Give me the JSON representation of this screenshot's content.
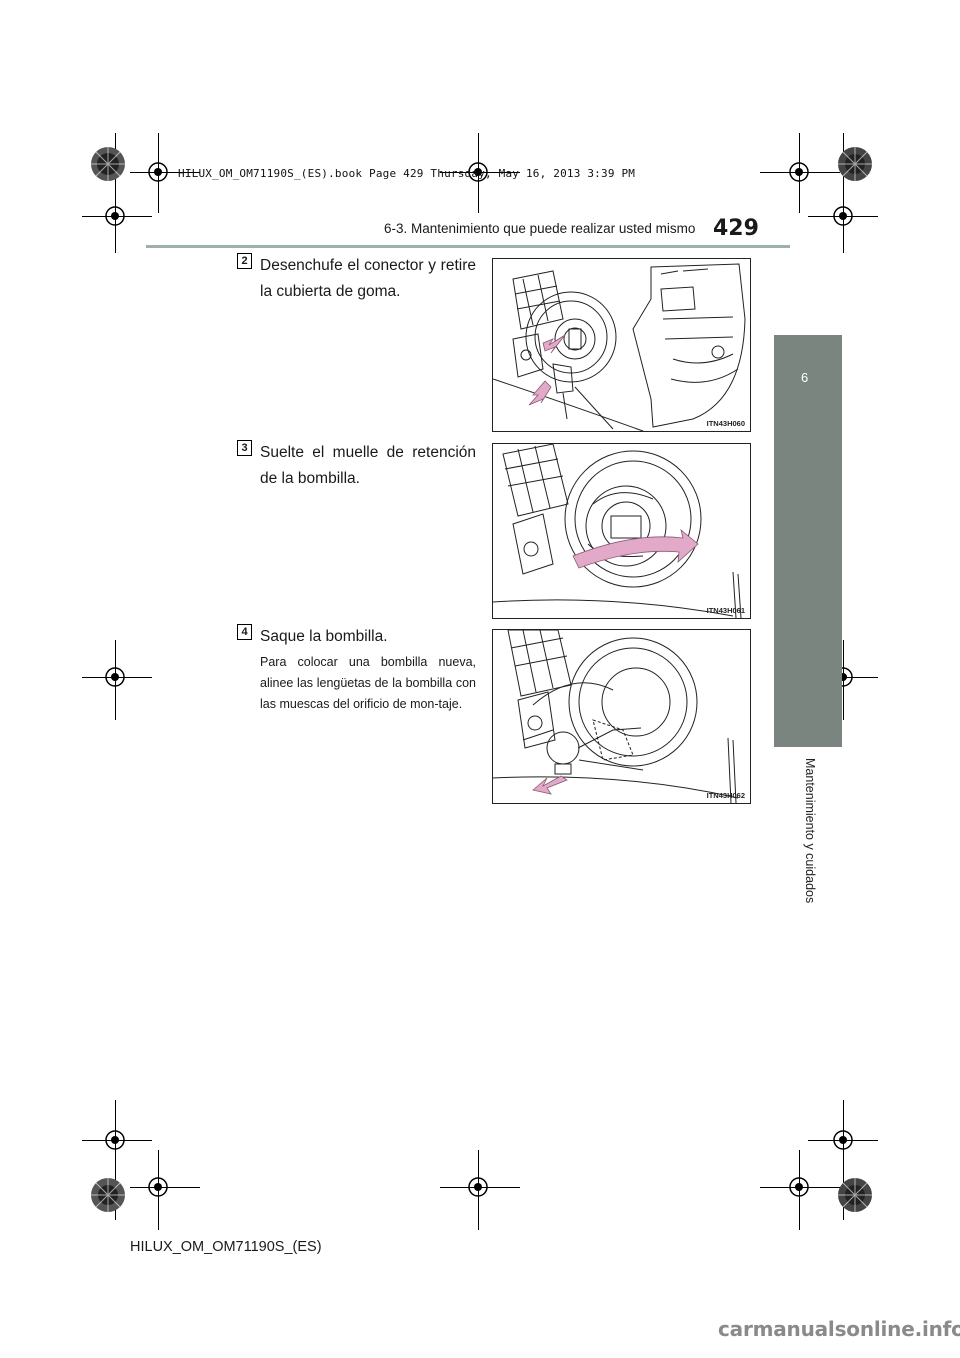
{
  "header": {
    "book_stamp": "HILUX_OM_OM71190S_(ES).book  Page 429  Thursday, May 16, 2013  3:39 PM",
    "section_title": "6-3. Mantenimiento que puede realizar usted mismo",
    "page_number": "429"
  },
  "side_tab": {
    "chapter_number": "6",
    "chapter_label": "Mantenimiento y cuidados"
  },
  "steps": [
    {
      "badge": "2",
      "text": "Desenchufe el conector y retire la cubierta de goma.",
      "figure_code": "ITN43H060"
    },
    {
      "badge": "3",
      "text": "Suelte el muelle de retención de la bombilla.",
      "figure_code": "ITN43H061"
    },
    {
      "badge": "4",
      "text": "Saque la bombilla.",
      "note": "Para colocar una bombilla nueva, alinee las lengüetas de la bombilla con las muescas del orificio de mon-taje.",
      "figure_code": "ITN43H062"
    }
  ],
  "footer": {
    "doc_code": "HILUX_OM_OM71190S_(ES)",
    "watermark": "carmanualsonline.info"
  },
  "colors": {
    "header_rule": "#9fb1a6",
    "side_tab": "#7a857f",
    "arrow": "#e3a9c9"
  }
}
